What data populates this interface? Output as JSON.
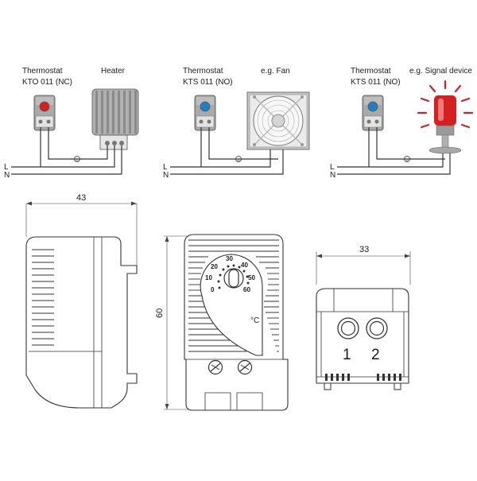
{
  "wiring": {
    "left": {
      "thermostat_title": "Thermostat",
      "thermostat_model": "KTO 011 (NC)",
      "device_title": "Heater",
      "knob_color": "#d6201f"
    },
    "middle": {
      "thermostat_title": "Thermostat",
      "thermostat_model": "KTS 011 (NO)",
      "device_title": "e.g. Fan",
      "knob_color": "#1f7fc4"
    },
    "right": {
      "thermostat_title": "Thermostat",
      "thermostat_model": "KTS 011 (NO)",
      "device_title": "e.g. Signal device",
      "knob_color": "#1f7fc4",
      "lamp_color": "#d6201f"
    },
    "line_label": "L",
    "neutral_label": "N"
  },
  "dimensions": {
    "depth": "43",
    "height": "60",
    "width": "33"
  },
  "dial": {
    "scale": [
      "0",
      "10",
      "20",
      "30",
      "40",
      "50",
      "60"
    ],
    "unit": "°C"
  },
  "terminals": {
    "one": "1",
    "two": "2"
  }
}
